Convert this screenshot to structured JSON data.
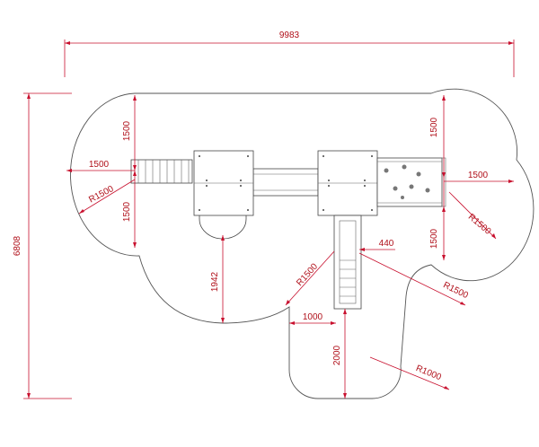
{
  "dimensions": {
    "overall_width": "9983",
    "overall_height": "6808",
    "left_upper_1500": "1500",
    "left_lower_1500": "1500",
    "left_horizontal_1500": "1500",
    "left_radius": "R1500",
    "right_upper_1500": "1500",
    "right_lower_1500": "1500",
    "right_horizontal_1500": "1500",
    "right_radius": "R1500",
    "center_vertical_1942": "1942",
    "inner_radius_left": "R1500",
    "inner_radius_right": "R1500",
    "slide_width_440": "440",
    "notch_1000": "1000",
    "bottom_2000": "2000",
    "bottom_radius": "R1000"
  },
  "colors": {
    "dimension_line": "#c8102e",
    "outline": "#555555"
  }
}
